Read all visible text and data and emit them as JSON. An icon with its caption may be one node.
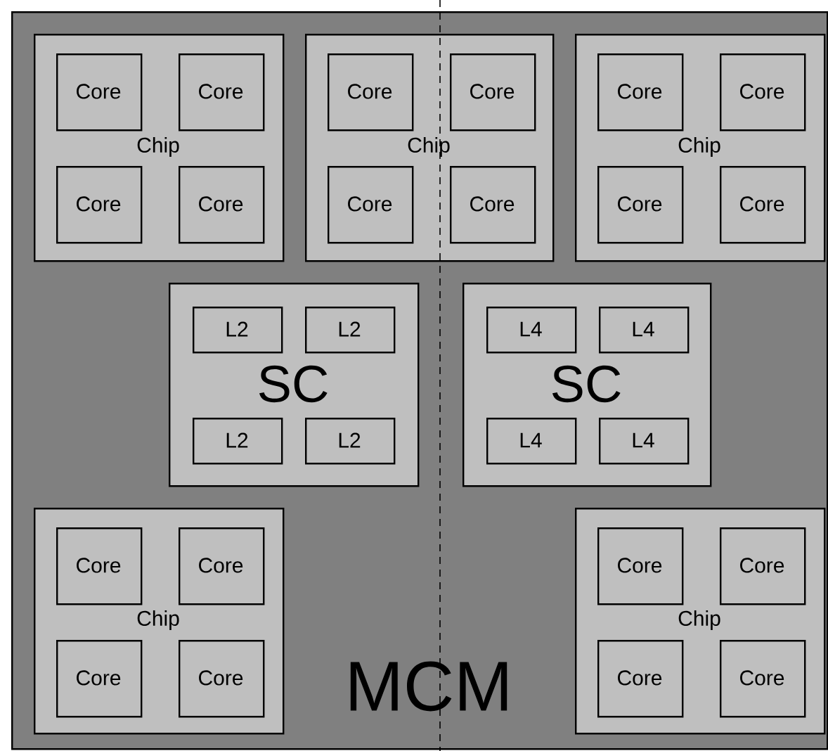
{
  "diagram": {
    "nodes": [
      {
        "text": [
          "MCM"
        ]
      },
      {
        "text": [
          "Chip"
        ],
        "in": 0
      },
      {
        "text": [
          "Core"
        ],
        "in": 1
      },
      {
        "text": [
          "Core"
        ],
        "in": 1
      },
      {
        "text": [
          "Core"
        ],
        "in": 1
      },
      {
        "text": [
          "Core"
        ],
        "in": 1
      },
      {
        "text": [
          "Chip"
        ],
        "in": 0
      },
      {
        "text": [
          "Core"
        ],
        "in": 6
      },
      {
        "text": [
          "Core"
        ],
        "in": 6
      },
      {
        "text": [
          "Core"
        ],
        "in": 6
      },
      {
        "text": [
          "Core"
        ],
        "in": 6
      },
      {
        "text": [
          "Chip"
        ],
        "in": 0
      },
      {
        "text": [
          "Core"
        ],
        "in": 11
      },
      {
        "text": [
          "Core"
        ],
        "in": 11
      },
      {
        "text": [
          "Core"
        ],
        "in": 11
      },
      {
        "text": [
          "Core"
        ],
        "in": 11
      },
      {
        "text": [
          "SC"
        ],
        "in": 0
      },
      {
        "text": [
          "L2"
        ],
        "in": 16
      },
      {
        "text": [
          "L2"
        ],
        "in": 16
      },
      {
        "text": [
          "L2"
        ],
        "in": 16
      },
      {
        "text": [
          "L2"
        ],
        "in": 16
      },
      {
        "text": [
          "SC"
        ],
        "in": 0
      },
      {
        "text": [
          "L4"
        ],
        "in": 21
      },
      {
        "text": [
          "L4"
        ],
        "in": 21
      },
      {
        "text": [
          "L4"
        ],
        "in": 21
      },
      {
        "text": [
          "L4"
        ],
        "in": 21
      },
      {
        "text": [
          "Chip"
        ],
        "in": 0
      },
      {
        "text": [
          "Core"
        ],
        "in": 26
      },
      {
        "text": [
          "Core"
        ],
        "in": 26
      },
      {
        "text": [
          "Core"
        ],
        "in": 26
      },
      {
        "text": [
          "Core"
        ],
        "in": 26
      },
      {
        "text": [
          "Chip"
        ],
        "in": 0
      },
      {
        "text": [
          "Core"
        ],
        "in": 31
      },
      {
        "text": [
          "Core"
        ],
        "in": 31
      },
      {
        "text": [
          "Core"
        ],
        "in": 31
      },
      {
        "text": [
          "Core"
        ],
        "in": 31
      }
    ]
  }
}
